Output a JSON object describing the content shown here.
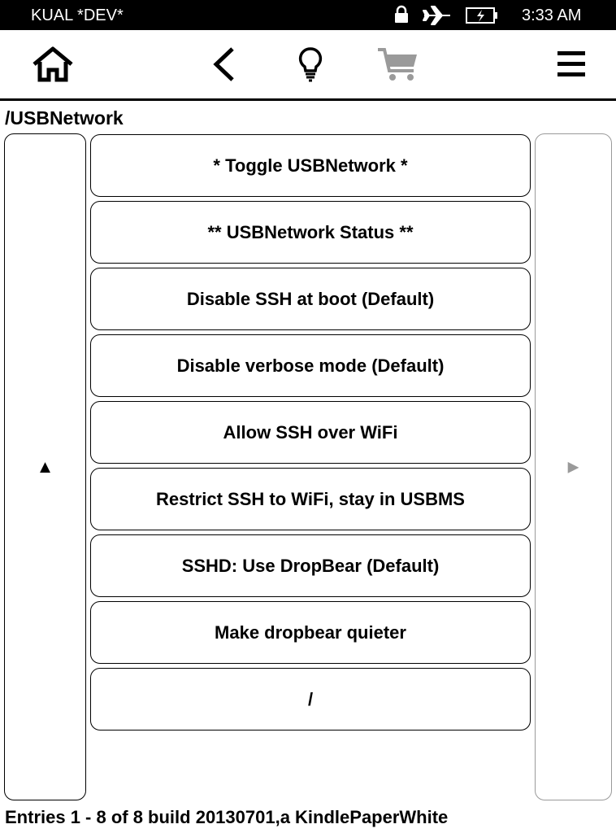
{
  "status_bar": {
    "title": "KUAL *DEV*",
    "time": "3:33 AM",
    "icons": [
      "lock-icon",
      "airplane-mode-icon",
      "battery-charging-icon"
    ]
  },
  "toolbar": {
    "buttons": [
      "home-icon",
      "back-icon",
      "light-bulb-icon",
      "shopping-cart-icon",
      "menu-icon"
    ]
  },
  "current_path": "/USBNetwork",
  "menu_items": [
    "* Toggle USBNetwork *",
    "** USBNetwork Status **",
    "Disable SSH at boot (Default)",
    "Disable verbose mode (Default)",
    "Allow SSH over WiFi",
    "Restrict SSH to WiFi, stay in USBMS",
    "SSHD: Use DropBear (Default)",
    "Make dropbear quieter",
    "/"
  ],
  "nav": {
    "up_glyph": "▲",
    "next_glyph": "▶"
  },
  "footer": "Entries 1 - 8 of 8 build 20130701,a KindlePaperWhite",
  "colors": {
    "status_bar_bg": "#000000",
    "disabled_gray": "#9a9a9a"
  }
}
